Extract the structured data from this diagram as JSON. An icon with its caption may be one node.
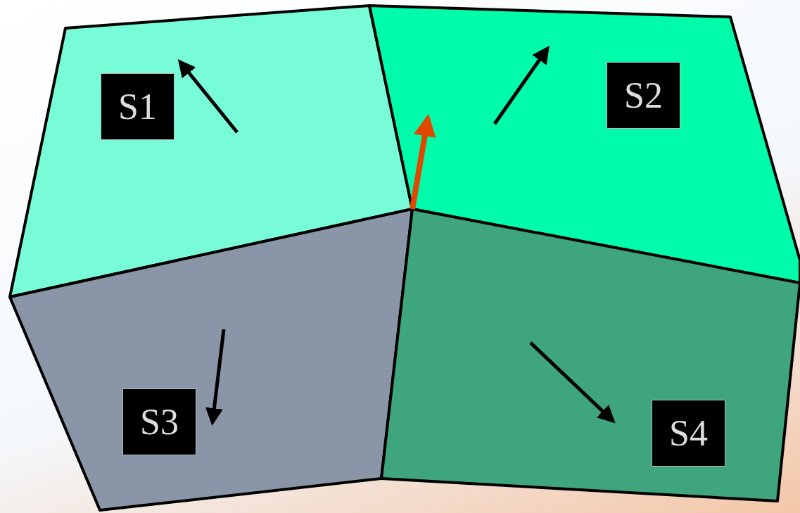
{
  "diagram": {
    "nodes": [
      {
        "text": [
          "S1"
        ]
      },
      {
        "text": [
          "S2"
        ]
      },
      {
        "text": [
          "S3"
        ]
      },
      {
        "text": [
          "S4"
        ]
      }
    ]
  }
}
